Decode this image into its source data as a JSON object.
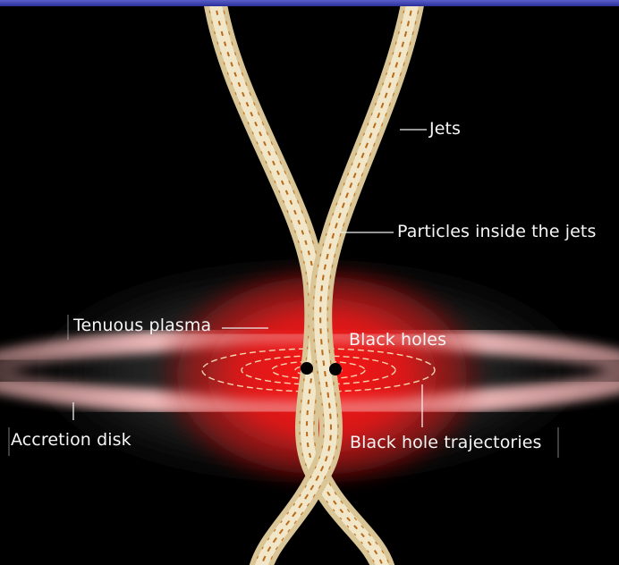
{
  "labels": {
    "jets": "Jets",
    "particles": "Particles inside the jets",
    "plasma": "Tenuous plasma",
    "black_holes": "Black holes",
    "accretion_disk": "Accretion disk",
    "trajectories": "Black hole trajectories"
  },
  "colors": {
    "background": "#000000",
    "plasma": "#e02020",
    "disk": "#f2b2b2",
    "jet": "#e8d9b0",
    "jet_particles": "#b86a18",
    "label_text": "#f5f5f5",
    "header_bar": "#3a3eb0"
  }
}
